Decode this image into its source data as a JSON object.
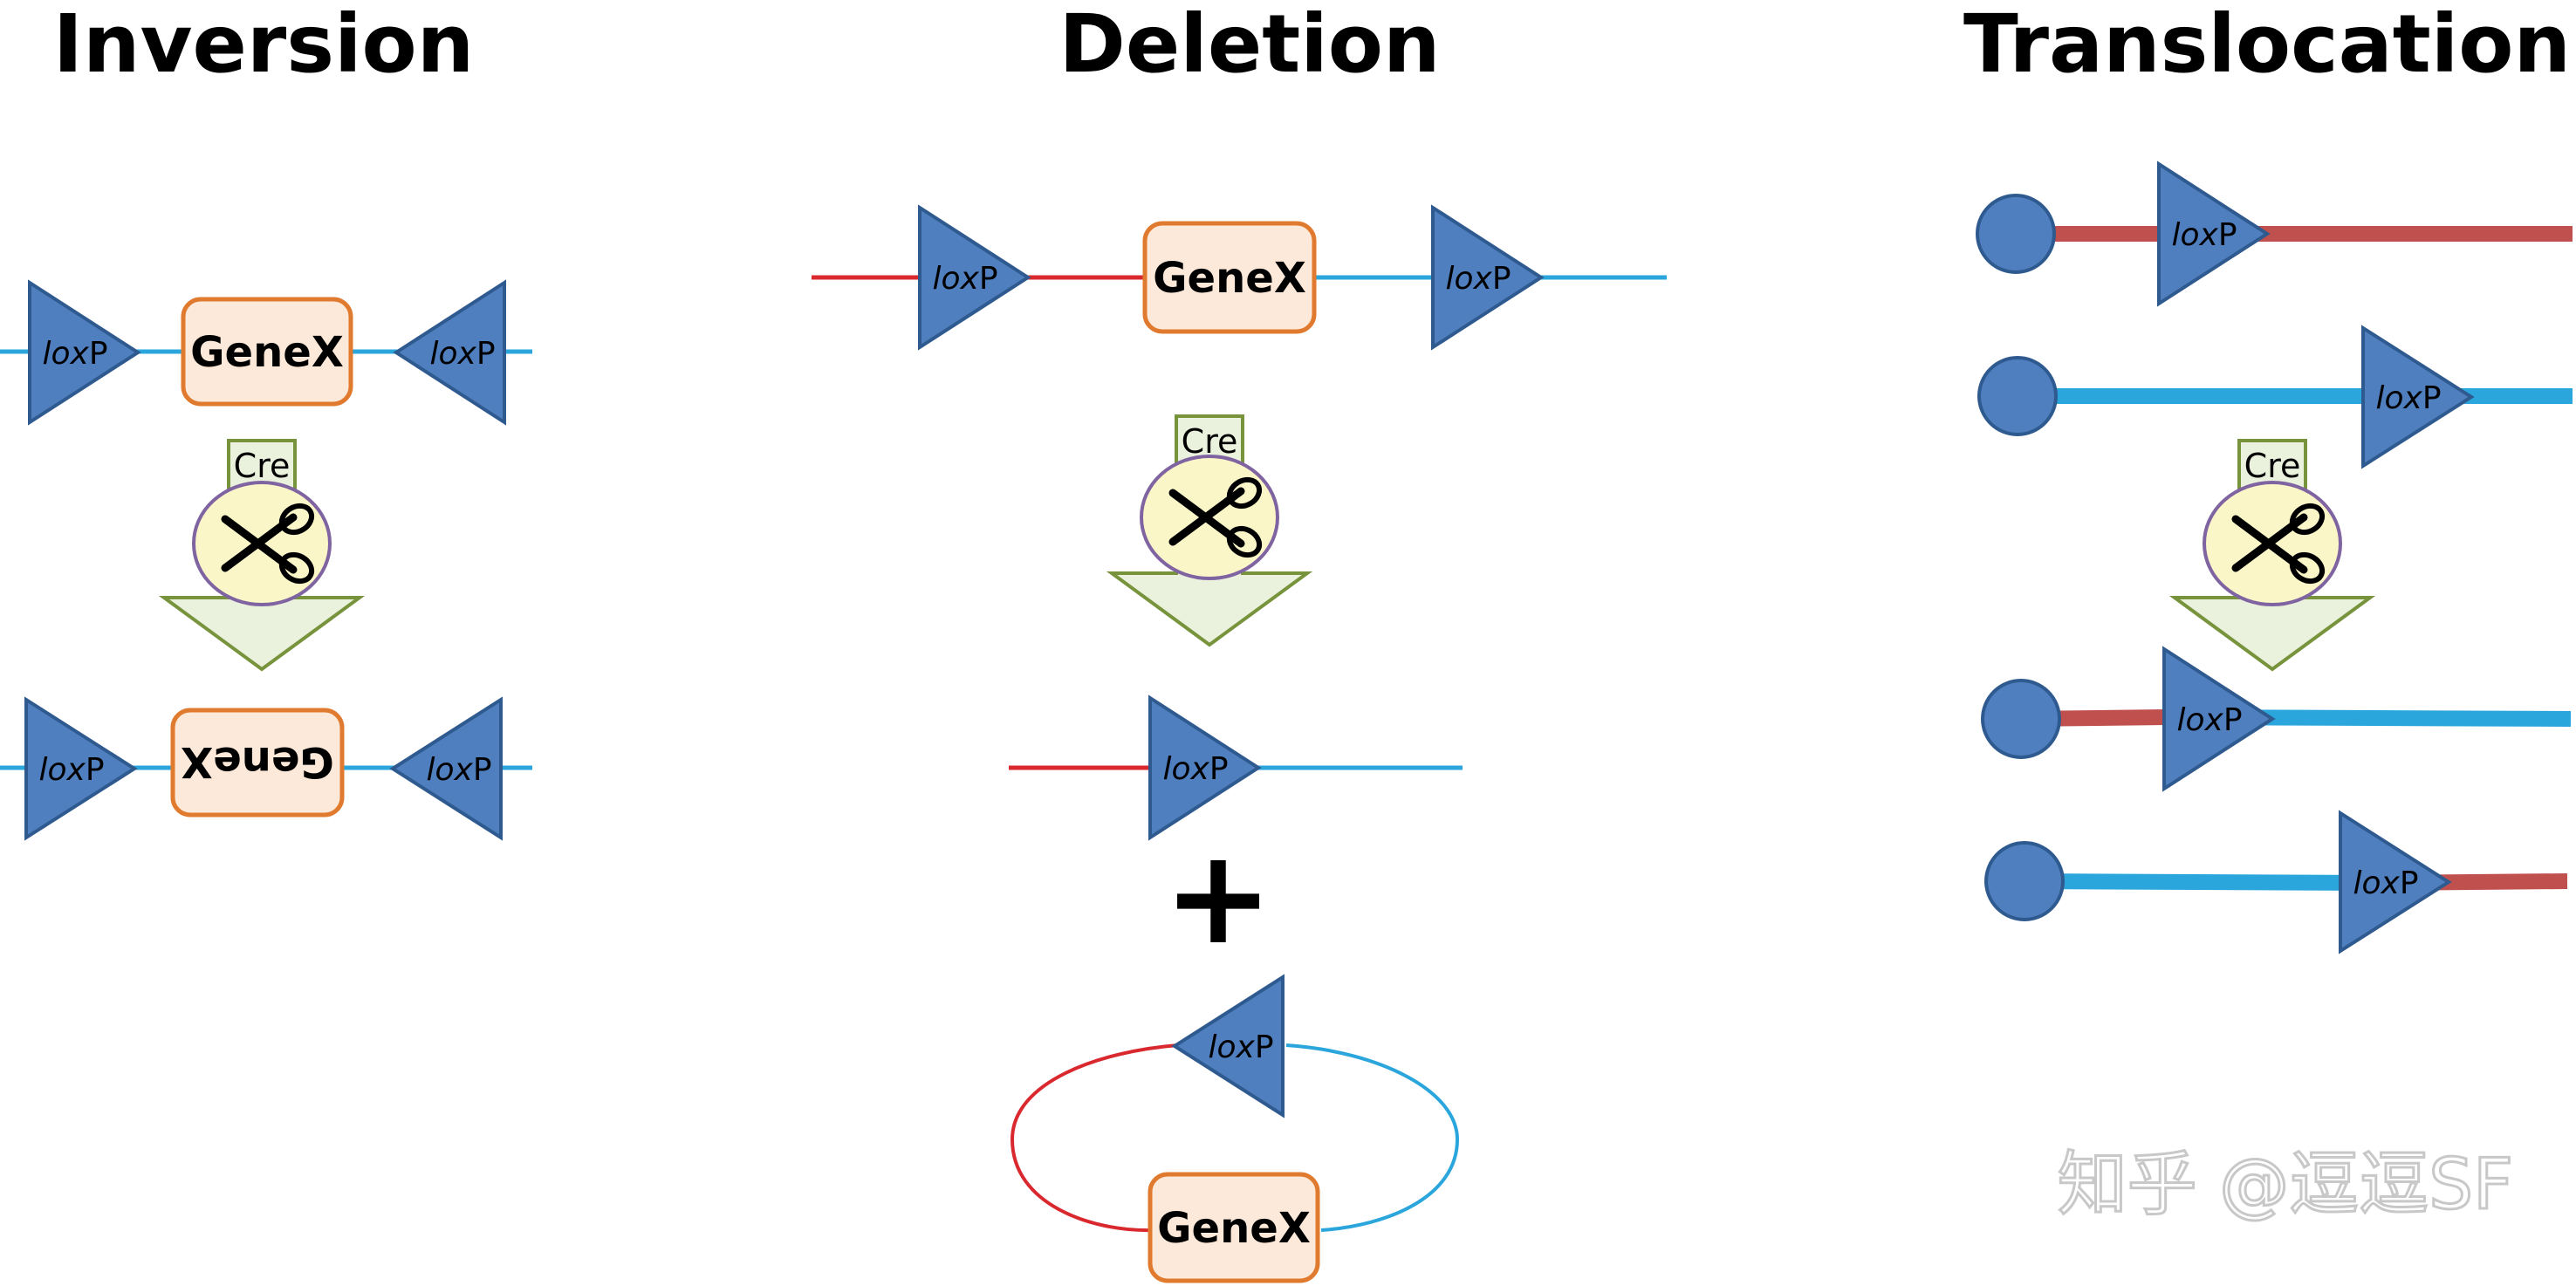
{
  "titles": {
    "inversion": "Inversion",
    "deletion": "Deletion",
    "translocation": "Translocation"
  },
  "labels": {
    "gene": "GeneX",
    "lox_italic": "lox",
    "lox_plain": "P",
    "cre": "Cre",
    "plus": "+"
  },
  "watermark": "知乎 @逗逗SF",
  "colors": {
    "loxp_fill": "#4f7fbf",
    "loxp_stroke": "#2f5a8f",
    "gene_fill": "#fde9d9",
    "gene_stroke": "#e07a2e",
    "red_dna": "#d9292e",
    "blue_dna": "#2aa6dc",
    "cre_box": "#eaf1dd",
    "cre_stroke": "#77933c",
    "scissors_fill": "#fbf6c8",
    "scissors_stroke": "#8064a2",
    "red_chrom": "#c0504d",
    "centromere": "#4f7fbf"
  },
  "events": [
    {
      "name": "Inversion",
      "before": [
        "loxP (forward)",
        "GeneX",
        "loxP (reverse)"
      ],
      "after": [
        "loxP (forward)",
        "GeneX (inverted)",
        "loxP (reverse)"
      ]
    },
    {
      "name": "Deletion",
      "before": [
        "loxP",
        "GeneX",
        "loxP"
      ],
      "after": [
        "linear loxP",
        "circular loxP + GeneX"
      ]
    },
    {
      "name": "Translocation",
      "before": [
        "red chromosome loxP",
        "blue chromosome loxP"
      ],
      "after": [
        "red-blue hybrid",
        "blue-red hybrid"
      ]
    }
  ]
}
